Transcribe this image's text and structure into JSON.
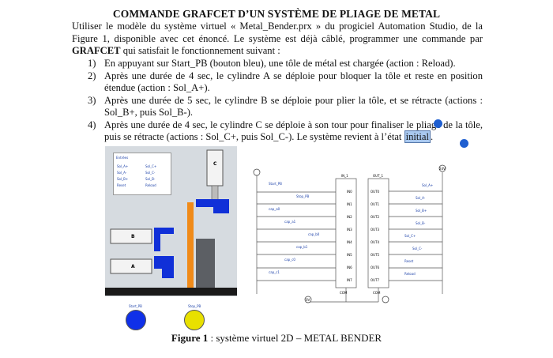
{
  "document": {
    "title": "COMMANDE GRAFCET D’UN SYSTÈME DE PLIAGE DE METAL",
    "intro_part1": "Utiliser le modèle du système virtuel « Metal_Bender.prx » du progiciel Automation Studio, de la Figure 1, disponible avec cet énoncé. Le système est déjà câblé, programmer une commande par ",
    "intro_bold": "GRAFCET",
    "intro_part2": " qui satisfait le fonctionnement suivant :",
    "steps": [
      {
        "num": "1)",
        "text": "En appuyant sur Start_PB (bouton bleu), une tôle de métal est chargée (action : Reload)."
      },
      {
        "num": "2)",
        "text": "Après une durée de 4 sec, le cylindre A se déploie pour bloquer la tôle et reste en position étendue (action : Sol_A+)."
      },
      {
        "num": "3)",
        "text": "Après une durée de 5 sec, le cylindre B se déploie pour plier la tôle, et se rétracte (actions : Sol_B+, puis Sol_B-)."
      },
      {
        "num": "4)",
        "text_before": "Après une durée de 4 sec, le cylindre C se déploie à son tour pour finaliser le pliage de la tôle, puis se rétracte (actions : Sol_C+, puis Sol_C-). Le système revient à l’état ",
        "highlight": "initial",
        "text_after": "."
      }
    ],
    "caption_bold": "Figure 1",
    "caption_rest": " : système virtuel 2D – METAL BENDER"
  },
  "figure": {
    "panel_title": "Entrées",
    "panel_left": [
      "Sol_A+",
      "Sol_A-",
      "Sol_B+",
      "Reset"
    ],
    "panel_right": [
      "Sol_C+",
      "Sol_C-",
      "Sol_B-",
      "Reload"
    ],
    "cyl_a": "A",
    "cyl_b": "B",
    "cyl_c": "C",
    "start_label": "Start_PB",
    "stop_label": "Stop_PB",
    "colors": {
      "blue_button": "#1030e8",
      "yellow_button": "#e8e000",
      "orange_bar": "#f08a18",
      "blue_part": "#1030d8"
    },
    "ladder": {
      "module_in": "IN_1",
      "module_out": "OUT_1",
      "inputs": [
        "IN0",
        "IN1",
        "IN2",
        "IN3",
        "IN4",
        "IN5",
        "IN6",
        "IN7"
      ],
      "outputs": [
        "OUT0",
        "OUT1",
        "OUT2",
        "OUT3",
        "OUT4",
        "OUT5",
        "OUT6",
        "OUT7"
      ],
      "input_labels": [
        "Start_PB",
        "Stop_PB",
        "cap_a0",
        "cap_a1",
        "cap_b0",
        "cap_b1",
        "cap_c0",
        "cap_c1"
      ],
      "output_labels": [
        "Sol_A+",
        "Sol_A-",
        "Sol_B+",
        "Sol_B-",
        "Sol_C+",
        "Sol_C-",
        "Reset",
        "Reload"
      ],
      "com": "COM",
      "power": "24V",
      "zero": "0V"
    }
  }
}
